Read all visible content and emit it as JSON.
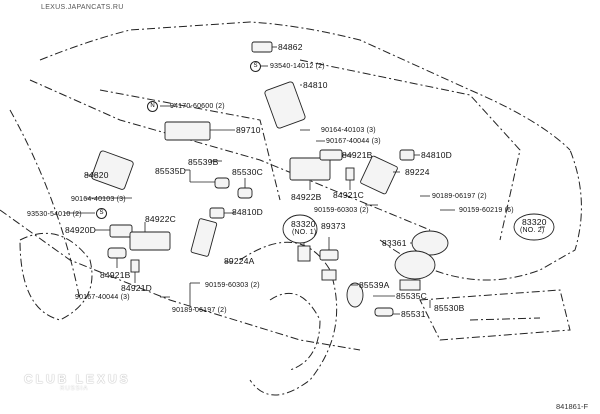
{
  "header": {
    "source": "LEXUS.JAPANCATS.RU"
  },
  "footer": {
    "code": "841861-F",
    "watermark_main": "CLUB LEXUS",
    "watermark_sub": "RUSSIA"
  },
  "callouts": {
    "c84862": "84862",
    "c93540": "93540-14012 (2)",
    "c84810": "84810",
    "c94170": "94170-60600 (2)",
    "c89710": "89710",
    "c90164a": "90164-40103 (3)",
    "c90167a": "90167-40044 (3)",
    "c84921B_top": "84921B",
    "c84810D_right": "84810D",
    "c89224": "89224",
    "c84820": "84820",
    "c85539B": "85539B",
    "c85535D": "85535D",
    "c85530C": "85530C",
    "c84922B": "84922B",
    "c84921C": "84921C",
    "c90189a": "90189-06197 (2)",
    "c90159a": "90159-60303 (2)",
    "c90159b": "90159-60219 (6)",
    "c90164b": "90164-40103 (3)",
    "c93530": "93530-54010 (2)",
    "c84810D_left": "84810D",
    "c84922C": "84922C",
    "c84920D": "84920D",
    "c83320_1": "83320",
    "c83320_1n": "(NO. 1)",
    "c89373": "89373",
    "c83361": "83361",
    "c83320_2": "83320",
    "c83320_2n": "(NO. 2)",
    "c89224A": "89224A",
    "c84921B_left": "84921B",
    "c84921D": "84921D",
    "c90159c": "90159-60303 (2)",
    "c90167b": "90167-40044 (3)",
    "c90189b": "90189-06197 (2)",
    "c85539A": "85539A",
    "c85535C": "85535C",
    "c85530B": "85530B",
    "c85531": "85531"
  },
  "symbols": {
    "s": "S",
    "n": "N"
  }
}
